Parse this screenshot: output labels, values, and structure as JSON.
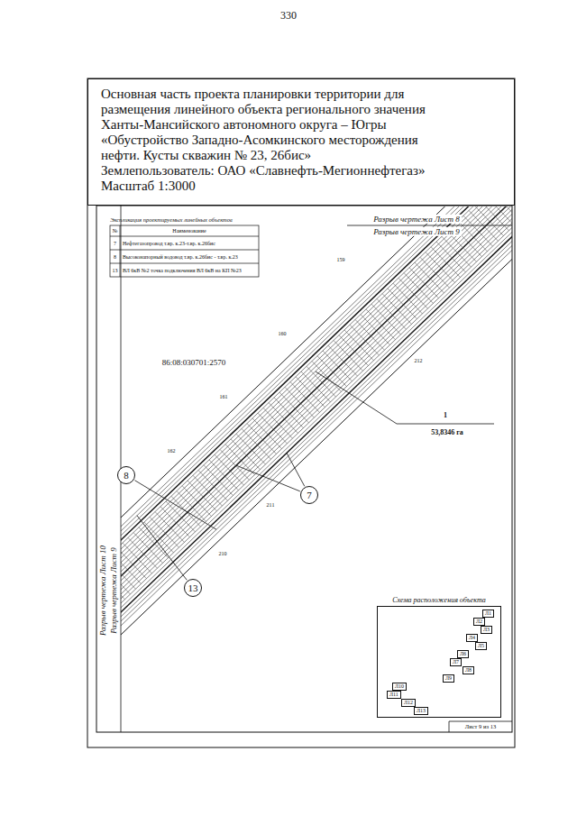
{
  "diagram": {
    "nodes": [
      {
        "text": [
          "Основная часть проекта планировки территории для размещения линейного объекта регионального значения Ханты-Мансийского автономного округа – Югры «Обустройство Западно-Асомкинского месторождения нефти. Кусты скважин № 23, 26бис»",
          "Землепользователь: ОАО «Славнефть-Мегионнефтегаз»",
          "Масштаб 1:3000"
        ]
      },
      {
        "text": [
          "8"
        ]
      },
      {
        "text": [
          "7"
        ]
      },
      {
        "text": [
          "13"
        ]
      },
      {
        "text": [
          "Схема расположения объекта"
        ]
      },
      {
        "text": [
          "Л1"
        ],
        "in": 4
      },
      {
        "text": [
          "Л2"
        ],
        "in": 4
      },
      {
        "text": [
          "Л3"
        ],
        "in": 4
      },
      {
        "text": [
          "Л4"
        ],
        "in": 4
      },
      {
        "text": [
          "Л5"
        ],
        "in": 4
      },
      {
        "text": [
          "Л6"
        ],
        "in": 4
      },
      {
        "text": [
          "Л7"
        ],
        "in": 4
      },
      {
        "text": [
          "Л8"
        ],
        "in": 4
      },
      {
        "text": [
          "Л9"
        ],
        "in": 4
      },
      {
        "text": [
          "Л10"
        ],
        "in": 4
      },
      {
        "text": [
          "Л11"
        ],
        "in": 4
      },
      {
        "text": [
          "Л12"
        ],
        "in": 4
      },
      {
        "text": [
          "Л13"
        ],
        "in": 4
      }
    ],
    "labels": [
      "330",
      "Экспликация проектируемых линейных объектов",
      "№",
      "Наименование",
      "7",
      "Нефтегазопровод т.вр. к.23-т.вр. к.26бис",
      "8",
      "Высоконапорный водовод т.вр. к.26бис - т.вр. к.23",
      "13",
      "ВЛ 6кВ №2 точка подключения ВЛ 6кВ на КП №23",
      "Разрыв чертежа Лист 8",
      "Разрыв чертежа Лист 9",
      "159",
      "212",
      "160",
      "86:08:030701:2570",
      "1",
      "53,8346 га",
      "161",
      "211",
      "162",
      "210",
      "Разрыв чертежа Лист 10",
      "Разрыв чертежа Лист 9",
      "Лист 9 из 13"
    ]
  }
}
